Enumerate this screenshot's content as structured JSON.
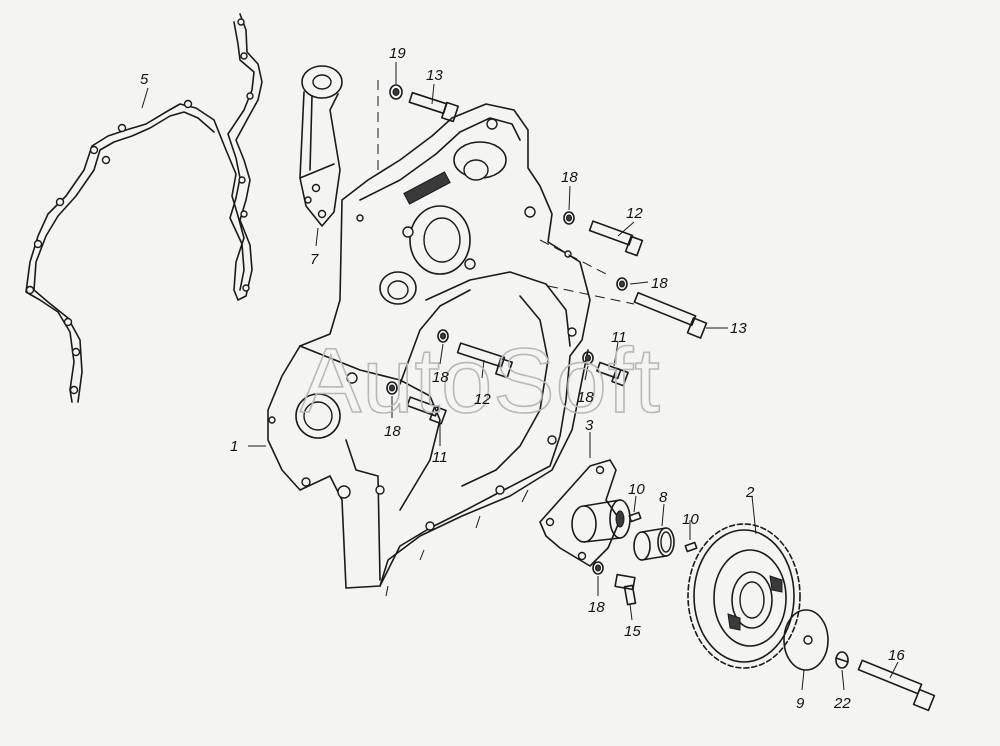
{
  "watermark": "AutoSoft",
  "callouts": [
    {
      "id": "c1",
      "text": "1"
    },
    {
      "id": "c2",
      "text": "2"
    },
    {
      "id": "c3",
      "text": "3"
    },
    {
      "id": "c5",
      "text": "5"
    },
    {
      "id": "c7",
      "text": "7"
    },
    {
      "id": "c8",
      "text": "8"
    },
    {
      "id": "c9",
      "text": "9"
    },
    {
      "id": "c10a",
      "text": "10"
    },
    {
      "id": "c10b",
      "text": "10"
    },
    {
      "id": "c11a",
      "text": "11"
    },
    {
      "id": "c11b",
      "text": "11"
    },
    {
      "id": "c12a",
      "text": "12"
    },
    {
      "id": "c12b",
      "text": "12"
    },
    {
      "id": "c13a",
      "text": "13"
    },
    {
      "id": "c13b",
      "text": "13"
    },
    {
      "id": "c15",
      "text": "15"
    },
    {
      "id": "c16",
      "text": "16"
    },
    {
      "id": "c18a",
      "text": "18"
    },
    {
      "id": "c18b",
      "text": "18"
    },
    {
      "id": "c18c",
      "text": "18"
    },
    {
      "id": "c18d",
      "text": "18"
    },
    {
      "id": "c18e",
      "text": "18"
    },
    {
      "id": "c18f",
      "text": "18"
    },
    {
      "id": "c19",
      "text": "19"
    },
    {
      "id": "c22",
      "text": "22"
    }
  ]
}
